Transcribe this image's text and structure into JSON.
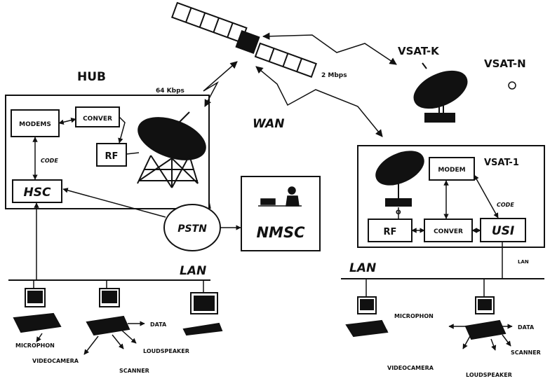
{
  "labels": {
    "hub": "HUB",
    "wan": "WAN",
    "kbps64": "64 Kbps",
    "mbps2": "2 Mbps",
    "vsat_k": "VSAT-K",
    "vsat_n": "VSAT-N",
    "vsat_1": "VSAT-1",
    "hub_modems": "MODEMS",
    "hub_conver": "CONVER",
    "hub_code": "CODE",
    "hub_rf": "RF",
    "hsc": "HSC",
    "pstn": "PSTN",
    "nmsc": "NMSC",
    "v1_modem": "MODEM",
    "v1_code": "CODE",
    "v1_rf": "RF",
    "v1_conver": "CONVER",
    "usi": "USI",
    "lan_left": "LAN",
    "lan_right": "LAN",
    "lan_small": "LAN",
    "left_microphon": "MICROPHON",
    "left_data": "DATA",
    "left_videocamera": "VIDEOCAMERA",
    "left_loudspeaker": "LOUDSPEAKER",
    "left_scanner": "SCANNER",
    "right_microphon": "MICROPHON",
    "right_data": "DATA",
    "right_scanner": "SCANNER",
    "right_videocamera": "VIDEOCAMERA",
    "right_loudspeaker": "LOUDSPEAKER"
  },
  "colors": {
    "ink": "#111111",
    "background": "#ffffff"
  },
  "icons": [
    "satellite-icon",
    "dish-antenna-icon",
    "workstation-icon",
    "laptop-icon",
    "operator-icon"
  ]
}
